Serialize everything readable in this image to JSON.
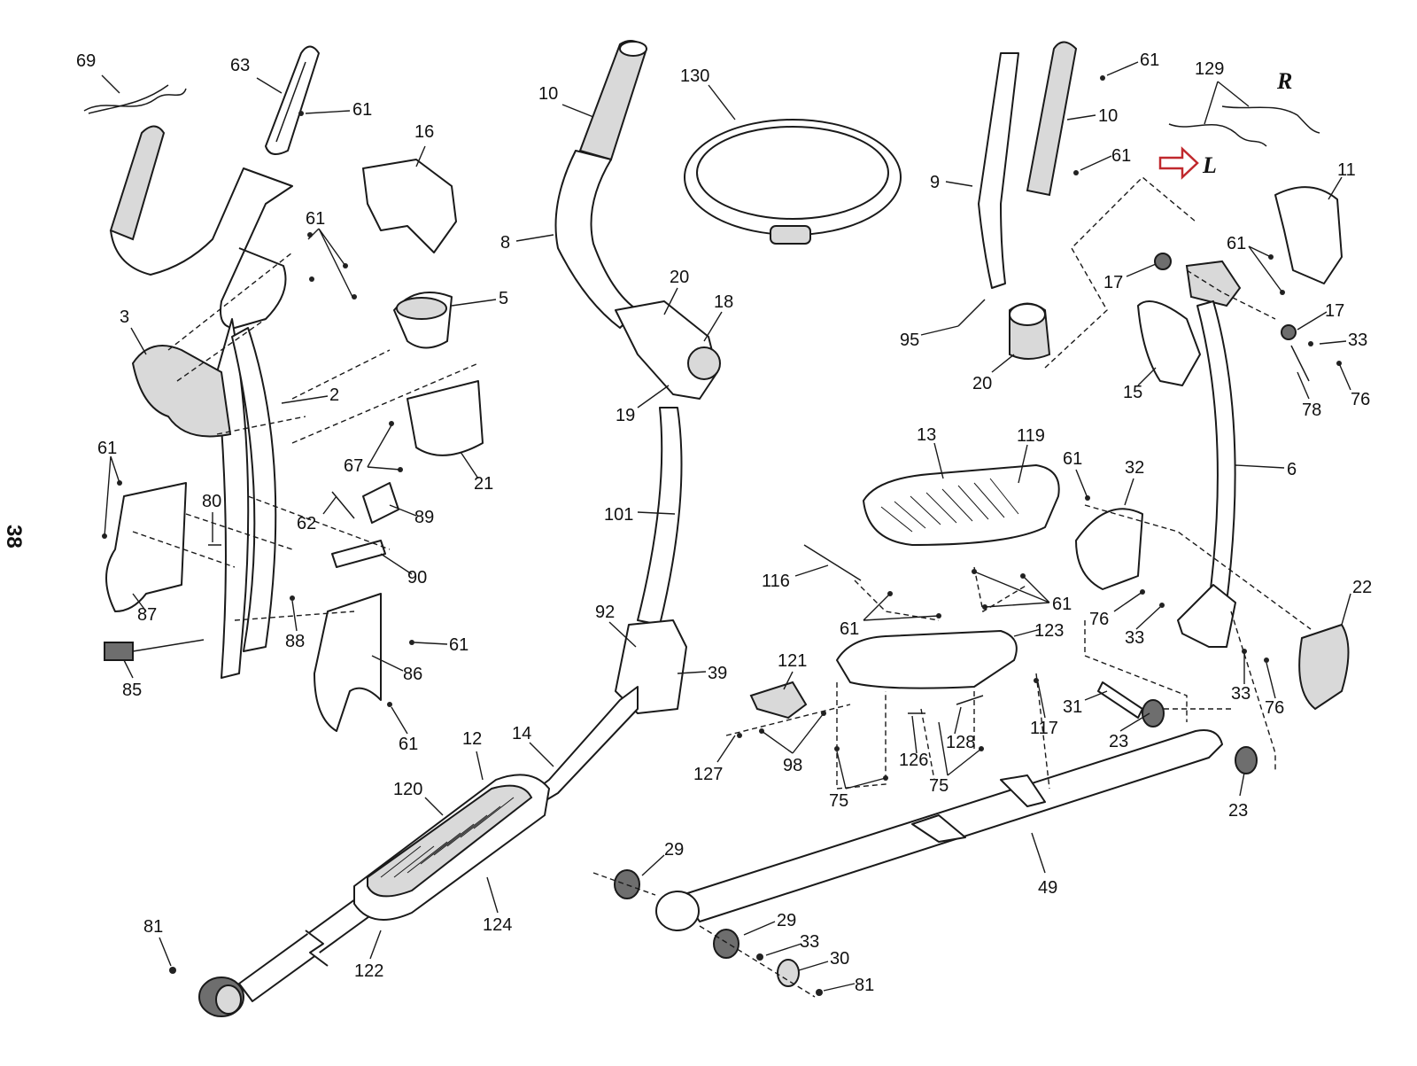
{
  "page_number": "38",
  "side_markers": {
    "right": "R",
    "left": "L"
  },
  "highlight_arrow_color": "#c0282d",
  "callouts": [
    {
      "id": "c69a",
      "text": "69"
    },
    {
      "id": "c63",
      "text": "63"
    },
    {
      "id": "c61a",
      "text": "61"
    },
    {
      "id": "c16",
      "text": "16"
    },
    {
      "id": "c61b",
      "text": "61"
    },
    {
      "id": "c3",
      "text": "3"
    },
    {
      "id": "c5",
      "text": "5"
    },
    {
      "id": "c2",
      "text": "2"
    },
    {
      "id": "c61c",
      "text": "61"
    },
    {
      "id": "c80",
      "text": "80"
    },
    {
      "id": "c67",
      "text": "67"
    },
    {
      "id": "c21",
      "text": "21"
    },
    {
      "id": "c62",
      "text": "62"
    },
    {
      "id": "c89",
      "text": "89"
    },
    {
      "id": "c87",
      "text": "87"
    },
    {
      "id": "c90",
      "text": "90"
    },
    {
      "id": "c85",
      "text": "85"
    },
    {
      "id": "c88",
      "text": "88"
    },
    {
      "id": "c61d",
      "text": "61"
    },
    {
      "id": "c86",
      "text": "86"
    },
    {
      "id": "c61e",
      "text": "61"
    },
    {
      "id": "c10a",
      "text": "10"
    },
    {
      "id": "c130",
      "text": "130"
    },
    {
      "id": "c8",
      "text": "8"
    },
    {
      "id": "c20a",
      "text": "20"
    },
    {
      "id": "c18",
      "text": "18"
    },
    {
      "id": "c19",
      "text": "19"
    },
    {
      "id": "c101",
      "text": "101"
    },
    {
      "id": "c92",
      "text": "92"
    },
    {
      "id": "c39",
      "text": "39"
    },
    {
      "id": "c12",
      "text": "12"
    },
    {
      "id": "c14",
      "text": "14"
    },
    {
      "id": "c120",
      "text": "120"
    },
    {
      "id": "c124",
      "text": "124"
    },
    {
      "id": "c81a",
      "text": "81"
    },
    {
      "id": "c122",
      "text": "122"
    },
    {
      "id": "c29a",
      "text": "29"
    },
    {
      "id": "c29b",
      "text": "29"
    },
    {
      "id": "c33a",
      "text": "33"
    },
    {
      "id": "c30",
      "text": "30"
    },
    {
      "id": "c81b",
      "text": "81"
    },
    {
      "id": "c61f",
      "text": "61"
    },
    {
      "id": "c10b",
      "text": "10"
    },
    {
      "id": "c61g",
      "text": "61"
    },
    {
      "id": "c9",
      "text": "9"
    },
    {
      "id": "c129",
      "text": "129"
    },
    {
      "id": "c11",
      "text": "11"
    },
    {
      "id": "c61h",
      "text": "61"
    },
    {
      "id": "c17a",
      "text": "17"
    },
    {
      "id": "c17b",
      "text": "17"
    },
    {
      "id": "c33b",
      "text": "33"
    },
    {
      "id": "c95",
      "text": "95"
    },
    {
      "id": "c20b",
      "text": "20"
    },
    {
      "id": "c15",
      "text": "15"
    },
    {
      "id": "c78",
      "text": "78"
    },
    {
      "id": "c76a",
      "text": "76"
    },
    {
      "id": "c13",
      "text": "13"
    },
    {
      "id": "c119",
      "text": "119"
    },
    {
      "id": "c61i",
      "text": "61"
    },
    {
      "id": "c32",
      "text": "32"
    },
    {
      "id": "c6",
      "text": "6"
    },
    {
      "id": "c116",
      "text": "116"
    },
    {
      "id": "c61j",
      "text": "61"
    },
    {
      "id": "c61k",
      "text": "61"
    },
    {
      "id": "c123",
      "text": "123"
    },
    {
      "id": "c76b",
      "text": "76"
    },
    {
      "id": "c33c",
      "text": "33"
    },
    {
      "id": "c22",
      "text": "22"
    },
    {
      "id": "c121",
      "text": "121"
    },
    {
      "id": "c117",
      "text": "117"
    },
    {
      "id": "c31",
      "text": "31"
    },
    {
      "id": "c33d",
      "text": "33"
    },
    {
      "id": "c76c",
      "text": "76"
    },
    {
      "id": "c127",
      "text": "127"
    },
    {
      "id": "c98",
      "text": "98"
    },
    {
      "id": "c126",
      "text": "126"
    },
    {
      "id": "c128",
      "text": "128"
    },
    {
      "id": "c23a",
      "text": "23"
    },
    {
      "id": "c75a",
      "text": "75"
    },
    {
      "id": "c75b",
      "text": "75"
    },
    {
      "id": "c23b",
      "text": "23"
    },
    {
      "id": "c49",
      "text": "49"
    }
  ]
}
